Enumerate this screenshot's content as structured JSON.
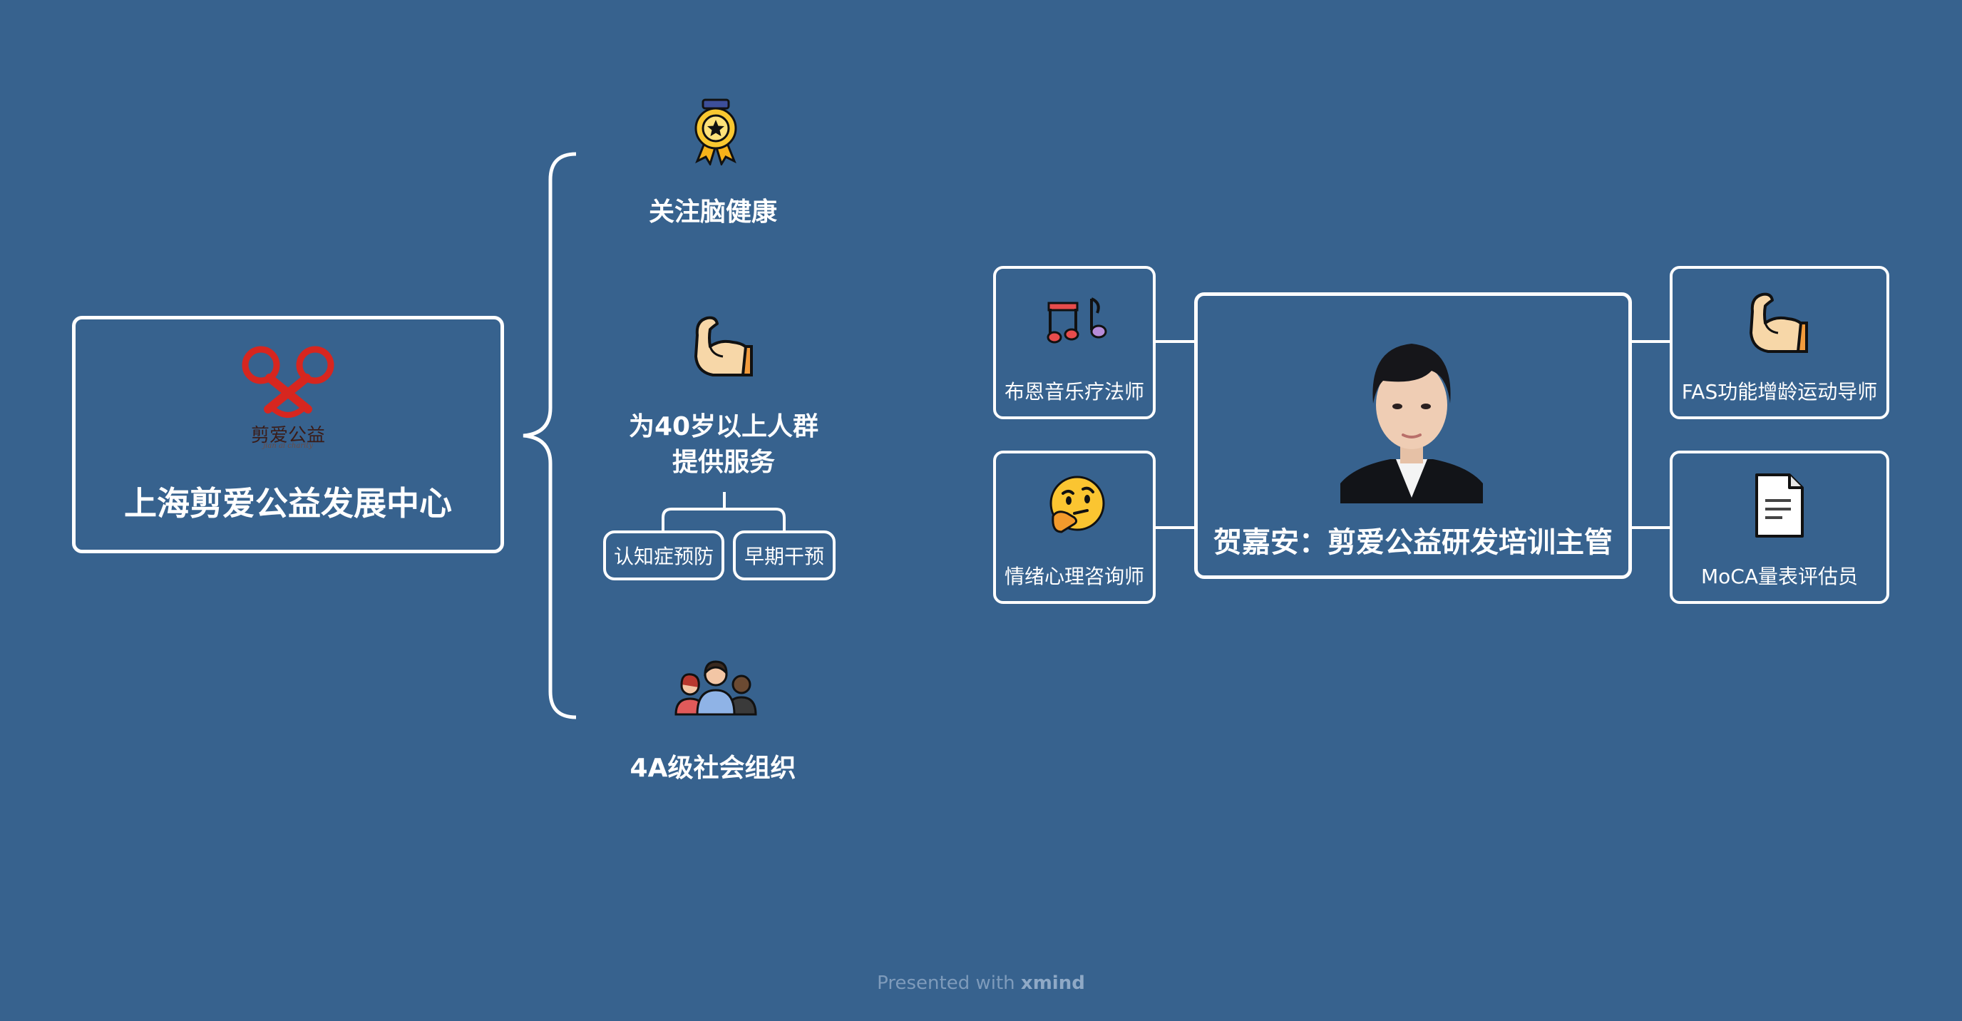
{
  "root": {
    "title": "上海剪爱公益发展中心",
    "logo_text": "剪爱公益",
    "logo_subtext": "jian ai charity"
  },
  "branches": [
    {
      "label": "关注脑健康",
      "icon": "medal-icon"
    },
    {
      "label_line1": "为40岁以上人群",
      "label_line2": "提供服务",
      "icon": "flexed-biceps-icon",
      "children": [
        "认知症预防",
        "早期干预"
      ]
    },
    {
      "label": "4A级社会组织",
      "icon": "people-group-icon"
    }
  ],
  "profile": {
    "title": "贺嘉安：剪爱公益研发培训主管",
    "roles": [
      {
        "label": "布恩音乐疗法师",
        "icon": "music-notes-icon"
      },
      {
        "label": "情绪心理咨询师",
        "icon": "thinking-face-icon"
      },
      {
        "label": "FAS功能增龄运动导师",
        "icon": "flexed-biceps-icon"
      },
      {
        "label": "MoCA量表评估员",
        "icon": "document-icon"
      }
    ]
  },
  "footer": {
    "prefix": "Presented with ",
    "brand": "xmind"
  },
  "colors": {
    "background": "#37628e",
    "line": "#ffffff",
    "logo_red": "#d7261f"
  }
}
